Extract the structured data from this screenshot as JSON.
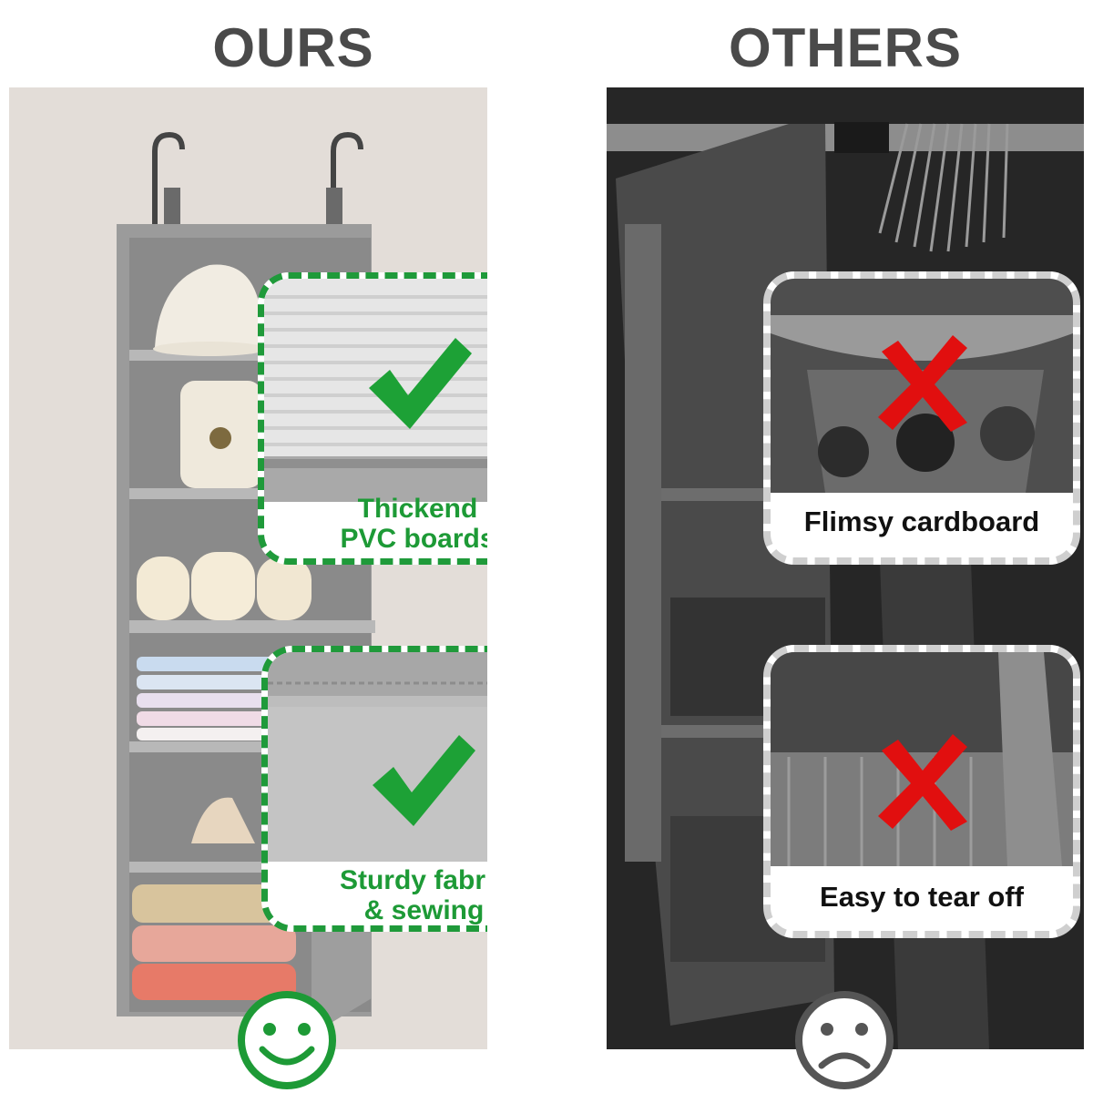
{
  "headings": {
    "ours": "OURS",
    "others": "OTHERS"
  },
  "ours": {
    "callout_1": {
      "caption_line1": "Thickend",
      "caption_line2": "PVC boards",
      "mark_icon": "check-icon"
    },
    "callout_2": {
      "caption_line1": "Sturdy fabric",
      "caption_line2": "& sewing",
      "mark_icon": "check-icon"
    },
    "face_icon": "happy-face-icon"
  },
  "others": {
    "callout_1": {
      "caption": "Flimsy cardboard",
      "mark_icon": "cross-icon"
    },
    "callout_2": {
      "caption": "Easy to tear off",
      "mark_icon": "cross-icon"
    },
    "face_icon": "sad-face-icon"
  },
  "colors": {
    "accent_green": "#1d9a36",
    "cross_red": "#e10f0f",
    "heading_gray": "#4a4a4a"
  }
}
